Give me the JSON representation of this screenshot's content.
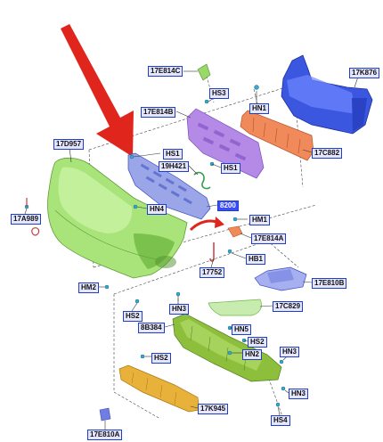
{
  "colors": {
    "callout_border": "#1e3fc8",
    "callout_fill": "#e6e6ff",
    "callout_selected_fill": "#3a4bff",
    "pointer_arrow": "#e0261c",
    "bumper_cover": "#a8e47a",
    "lower_grille": "#9aa6e8",
    "upper_grille": "#b48ae6",
    "impact_absorber": "#f08a5a",
    "reinforcement_beam": "#3b57e0",
    "deflector": "#8dbf3c",
    "air_shield": "#e8b23a",
    "lamp_bracket": "#c8ecb0",
    "side_bracket": "#a6b0f0"
  },
  "callouts": {
    "c17E814C": "17E814C",
    "c17K876": "17K876",
    "cHS3": "HS3",
    "cHN1": "HN1",
    "c17E814B": "17E814B",
    "c17C882": "17C882",
    "c17D957": "17D957",
    "cHS1a": "HS1",
    "c19H421": "19H421",
    "cHS1b": "HS1",
    "c17A989": "17A989",
    "cHN4": "HN4",
    "c8200": "8200",
    "cHM1": "HM1",
    "c17E814A": "17E814A",
    "cHB1": "HB1",
    "c17752": "17752",
    "cHM2": "HM2",
    "c17E810B": "17E810B",
    "c17C829": "17C829",
    "cHS2a": "HS2",
    "cHN3a": "HN3",
    "c8B384": "8B384",
    "cHN5": "HN5",
    "cHS2b": "HS2",
    "cHN2": "HN2",
    "cHS2c": "HS2",
    "cHN3b": "HN3",
    "cHN3c": "HN3",
    "c17K945": "17K945",
    "cHS4": "HS4",
    "c17E810A": "17E810A"
  }
}
